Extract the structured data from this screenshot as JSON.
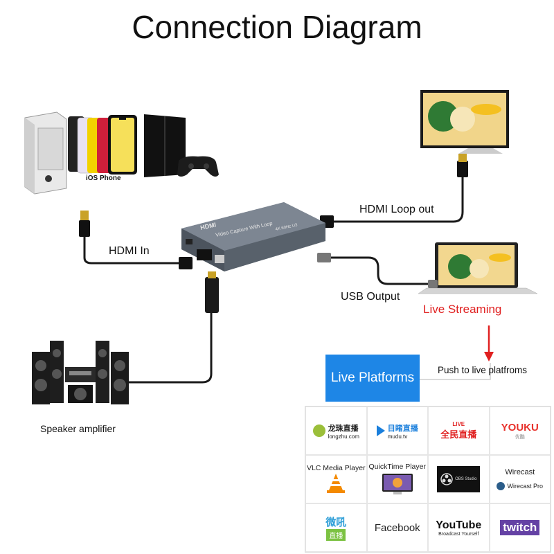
{
  "title": "Connection Diagram",
  "labels": {
    "ios_phone": "iOS Phone",
    "hdmi_in": "HDMI In",
    "hdmi_loop_out": "HDMI Loop out",
    "usb_output": "USB Output",
    "live_streaming": "Live Streaming",
    "push": "Push to live platfroms",
    "speaker": "Speaker amplifier",
    "live_platforms": "Live Platforms"
  },
  "device": {
    "brand": "HDMI",
    "model": "Video Capture With Loop",
    "spec": "4K 60Hz U3"
  },
  "platforms": [
    {
      "name": "龙珠直播",
      "sub": "longzhu.com",
      "icon": "longzhu-logo-icon"
    },
    {
      "name": "目睹直播",
      "sub": "mudu.tv",
      "icon": "mudu-logo-icon"
    },
    {
      "name": "全民直播",
      "sub": "LIVE",
      "icon": "quanmin-logo-icon"
    },
    {
      "name": "YOUKU",
      "sub": "优酷",
      "icon": "youku-logo-icon"
    },
    {
      "name": "VLC Media Player",
      "sub": "",
      "icon": "vlc-cone-icon"
    },
    {
      "name": "QuickTime Player",
      "sub": "",
      "icon": "quicktime-icon"
    },
    {
      "name": "OBS Studio",
      "sub": "",
      "icon": "obs-icon"
    },
    {
      "name": "Wirecast",
      "sub": "Wirecast Pro",
      "icon": "wirecast-icon"
    },
    {
      "name": "微吼",
      "sub": "直播",
      "icon": "weihou-logo-icon"
    },
    {
      "name": "Facebook",
      "sub": "",
      "icon": "facebook-text"
    },
    {
      "name": "YouTube",
      "sub": "Broadcast Yourself",
      "icon": "youtube-logo-icon"
    },
    {
      "name": "twitch",
      "sub": "",
      "icon": "twitch-logo-icon"
    }
  ],
  "colors": {
    "live_box": "#1e86e6",
    "live_streaming_text": "#e02020",
    "arrow": "#e02020",
    "cable": "#1a1a1a",
    "device_body": "#5b6470"
  }
}
